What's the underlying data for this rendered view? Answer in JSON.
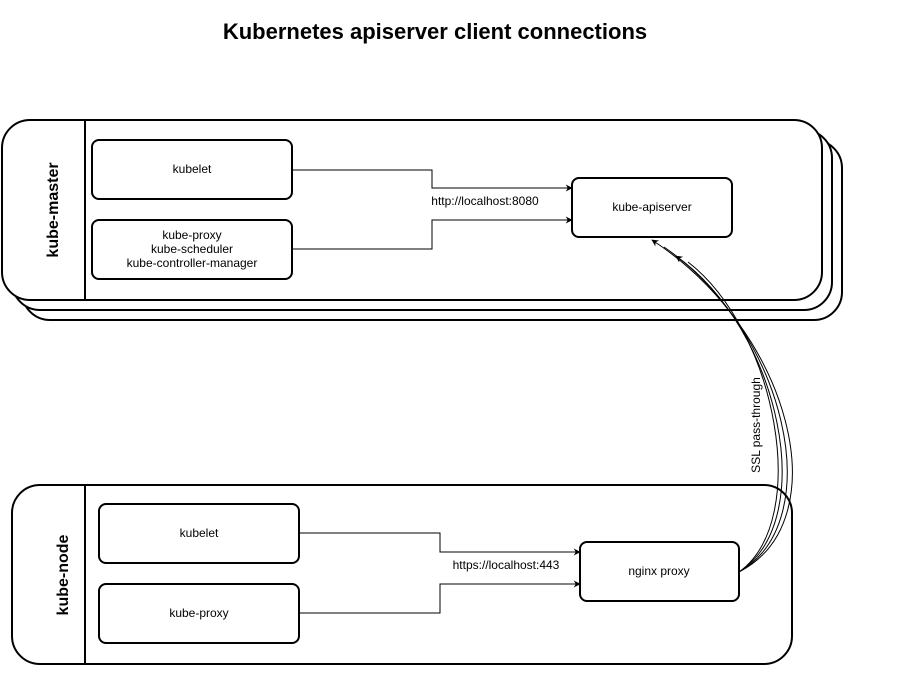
{
  "title": "Kubernetes apiserver client connections",
  "master": {
    "group_label": "kube-master",
    "kubelet": "kubelet",
    "components": [
      "kube-proxy",
      "kube-scheduler",
      "kube-controller-manager"
    ],
    "apiserver": "kube-apiserver",
    "connection_label": "http://localhost:8080"
  },
  "node": {
    "group_label": "kube-node",
    "kubelet": "kubelet",
    "proxy": "kube-proxy",
    "nginx": "nginx proxy",
    "connection_label": "https://localhost:443"
  },
  "ssl_label": "SSL pass-through"
}
